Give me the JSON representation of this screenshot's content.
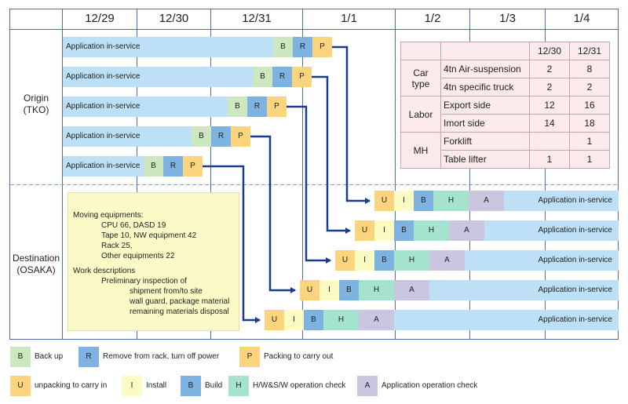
{
  "dates": [
    "12/29",
    "12/30",
    "12/31",
    "1/1",
    "1/2",
    "1/3",
    "1/4"
  ],
  "origin_label": [
    "Origin",
    "(TKO)"
  ],
  "destination_label": [
    "Destination",
    "(OSAKA)"
  ],
  "bar_text": "Application in-service",
  "origin_steps": [
    "B",
    "R",
    "P"
  ],
  "dest_steps": [
    "U",
    "I",
    "B",
    "H",
    "A"
  ],
  "notes": {
    "heading1": "Moving equipments:",
    "items1": [
      "CPU 66,  DASD 19",
      "Tape 10, NW equipment 42",
      "Rack 25,",
      "Other equipments 22"
    ],
    "heading2": "Work descriptions",
    "line2a": "Preliminary inspection of",
    "items2": [
      "shipment from/to site",
      "wall guard, package material",
      "remaining materials disposal"
    ]
  },
  "resource_table": {
    "columns": [
      "12/30",
      "12/31"
    ],
    "groups": [
      {
        "name": "Car type",
        "rows": [
          {
            "item": "4tn Air-suspension",
            "values": [
              "2",
              "8"
            ]
          },
          {
            "item": "4tn specific truck",
            "values": [
              "2",
              "2"
            ]
          }
        ]
      },
      {
        "name": "Labor",
        "rows": [
          {
            "item": "Export side",
            "values": [
              "12",
              "16"
            ]
          },
          {
            "item": "Imort side",
            "values": [
              "14",
              "18"
            ]
          }
        ]
      },
      {
        "name": "MH",
        "rows": [
          {
            "item": "Forklift",
            "values": [
              "",
              "1"
            ]
          },
          {
            "item": "Table lifter",
            "values": [
              "1",
              "1"
            ]
          }
        ]
      }
    ]
  },
  "legend": [
    {
      "key": "B",
      "text": "Back up",
      "color": "#cde8c0"
    },
    {
      "key": "R",
      "text": "Remove from rack, turn off power",
      "color": "#7eb2e0"
    },
    {
      "key": "P",
      "text": "Packing to carry out",
      "color": "#fbd47d"
    },
    {
      "key": "U",
      "text": "unpacking to carry in",
      "color": "#fbd47d"
    },
    {
      "key": "I",
      "text": "Install",
      "color": "#fbfbc4"
    },
    {
      "key": "B",
      "text": "Build",
      "color": "#7eb2e0"
    },
    {
      "key": "H",
      "text": "H/W&S/W operation check",
      "color": "#a6e3cf"
    },
    {
      "key": "A",
      "text": "Application operation check",
      "color": "#cbc6df"
    }
  ],
  "colors": {
    "bar": "#bde0f6",
    "arrow": "#1a3c8c",
    "grid": "#4f6fa0",
    "note": "#fbfbc8",
    "table": "#fbeaec"
  }
}
